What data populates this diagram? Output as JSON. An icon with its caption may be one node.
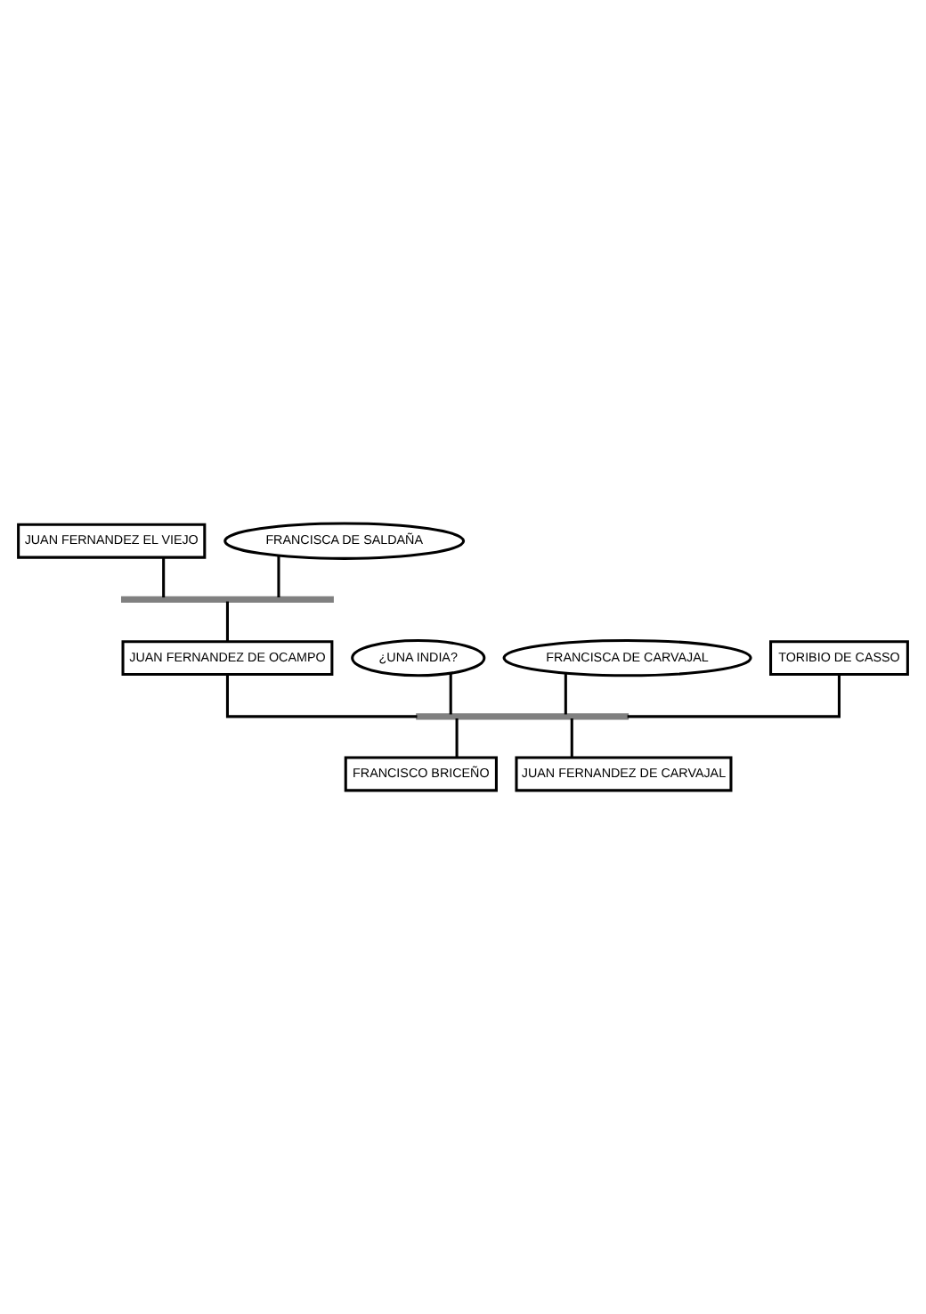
{
  "diagram": {
    "nodes": [
      {
        "text": [
          "JUAN FERNANDEZ EL VIEJO"
        ]
      },
      {
        "text": [
          "FRANCISCA DE SALDAÑA"
        ]
      },
      {
        "text": [],
        "shape": "bar"
      },
      {
        "text": [
          "¿UNA INDIA?"
        ]
      },
      {
        "text": [
          "JUAN FERNANDEZ DE OCAMPO"
        ]
      },
      {
        "text": [
          "FRANCISCA DE CARVAJAL"
        ]
      },
      {
        "text": [
          "TORIBIO DE CASSO"
        ]
      },
      {
        "text": [],
        "shape": "bar"
      },
      {
        "text": [
          "FRANCISCO BRICEÑO"
        ]
      },
      {
        "text": [
          "JUAN FERNANDEZ DE CARVAJAL"
        ]
      }
    ],
    "edges": [
      {
        "from": 0,
        "to": 2,
        "arrow": "none"
      },
      {
        "from": 1,
        "to": 2,
        "arrow": "none"
      },
      {
        "from": 2,
        "to": 4,
        "arrow": "none"
      },
      {
        "from": 3,
        "to": 7,
        "arrow": "none"
      },
      {
        "from": 4,
        "to": 7,
        "arrow": "none"
      },
      {
        "from": 5,
        "to": 7,
        "arrow": "none"
      },
      {
        "from": 6,
        "to": 7,
        "arrow": "none"
      },
      {
        "from": 7,
        "to": 8,
        "arrow": "none"
      },
      {
        "from": 7,
        "to": 9,
        "arrow": "none"
      }
    ]
  }
}
